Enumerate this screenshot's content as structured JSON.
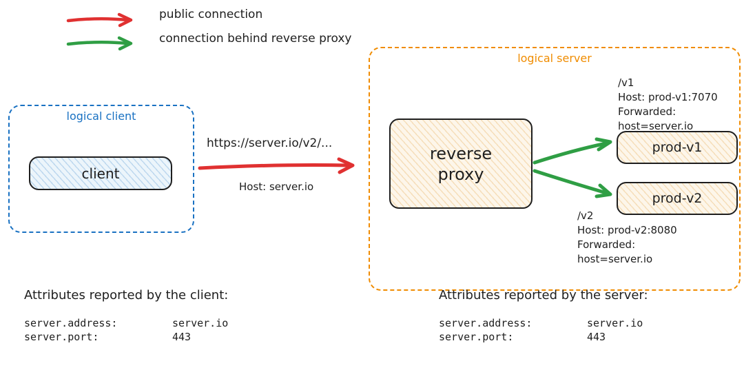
{
  "colors": {
    "red": "#e03131",
    "green": "#2f9e44",
    "blue": "#1971c2",
    "orange": "#f08c00",
    "ink": "#1e1e1e"
  },
  "legend": {
    "public_label": "public connection",
    "reverse_label": "connection behind reverse proxy"
  },
  "client_group": {
    "label": "logical client",
    "node_label": "client"
  },
  "connection": {
    "url": "https://server.io/v2/...",
    "host": "Host: server.io"
  },
  "server_group": {
    "label": "logical server",
    "proxy_label": "reverse proxy",
    "backends": [
      {
        "name": "prod-v1",
        "route": "/v1",
        "host": "Host: prod-v1:7070",
        "forwarded": "Forwarded: host=server.io"
      },
      {
        "name": "prod-v2",
        "route": "/v2",
        "host": "Host: prod-v2:8080",
        "forwarded": "Forwarded: host=server.io"
      }
    ]
  },
  "client_attributes": {
    "title": "Attributes reported by the client:",
    "rows": [
      {
        "key": "server.address:",
        "value": "server.io"
      },
      {
        "key": "server.port:",
        "value": "443"
      }
    ]
  },
  "server_attributes": {
    "title": "Attributes reported by the server:",
    "rows": [
      {
        "key": "server.address:",
        "value": "server.io"
      },
      {
        "key": "server.port:",
        "value": "443"
      }
    ]
  }
}
